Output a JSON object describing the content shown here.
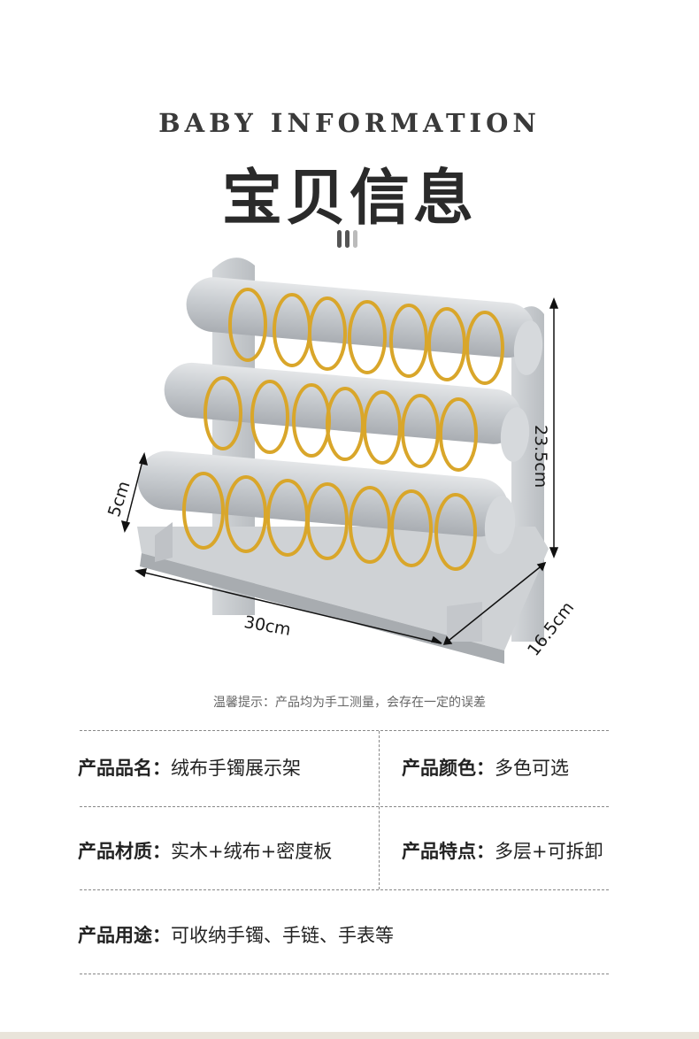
{
  "header": {
    "en_title": "BABY INFORMATION",
    "cn_title": "宝贝信息"
  },
  "dimensions": {
    "height": "23.5cm",
    "roll_diameter": "5cm",
    "width": "30cm",
    "depth": "16.5cm"
  },
  "tip": "温馨提示：产品均为手工测量，会存在一定的误差",
  "specs": {
    "name_key": "产品品名：",
    "name_val": "绒布手镯展示架",
    "color_key": "产品颜色：",
    "color_val": "多色可选",
    "material_key": "产品材质：",
    "material_val": "实木+绒布+密度板",
    "feature_key": "产品特点：",
    "feature_val": "多层+可拆卸",
    "use_key": "产品用途：",
    "use_val": "可收纳手镯、手链、手表等"
  },
  "colors": {
    "velvet": "#c9cdd1",
    "gold": "#d9a62a"
  }
}
